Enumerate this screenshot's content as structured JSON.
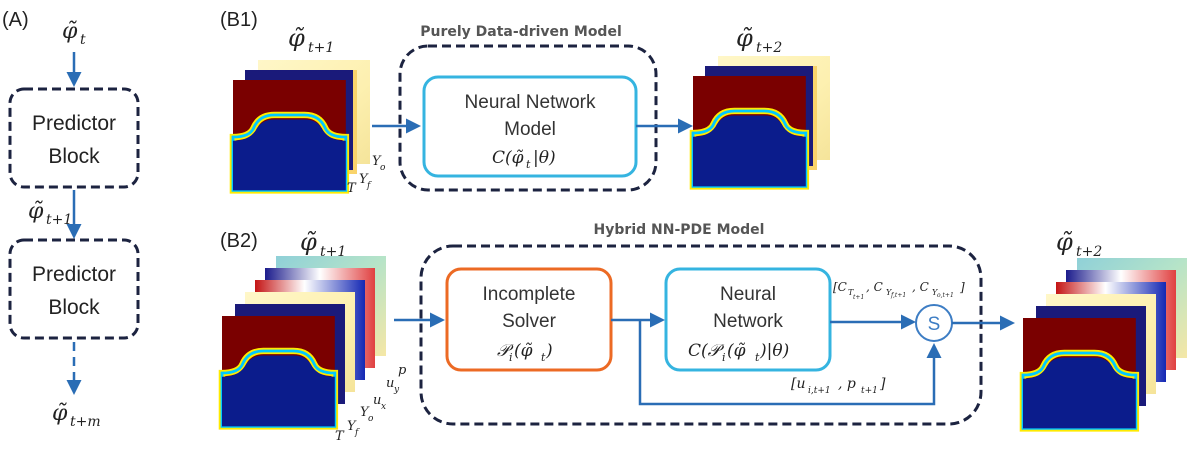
{
  "panel_a": {
    "label": "(A)",
    "input": "φ̃",
    "input_sub": "t",
    "block1_line1": "Predictor",
    "block1_line2": "Block",
    "mid": "φ̃",
    "mid_sub": "t+1",
    "block2_line1": "Predictor",
    "block2_line2": "Block",
    "output": "φ̃",
    "output_sub": "t+m"
  },
  "panel_b1": {
    "label": "(B1)",
    "title": "Purely Data-driven Model",
    "input": "φ̃",
    "input_sub": "t+1",
    "output": "φ̃",
    "output_sub": "t+2",
    "nn_line1": "Neural Network",
    "nn_line2": "Model",
    "nn_formula": "C(φ̃",
    "nn_formula_sub": "t",
    "nn_formula_rest": "|θ)",
    "field_labels": [
      "T",
      "Y",
      "Y"
    ],
    "field_subs": [
      "",
      "f",
      "o"
    ]
  },
  "panel_b2": {
    "label": "(B2)",
    "title": "Hybrid NN-PDE Model",
    "input": "φ̃",
    "input_sub": "t+1",
    "output": "φ̃",
    "output_sub": "t+2",
    "solver_line1": "Incomplete",
    "solver_line2": "Solver",
    "solver_formula": "𝒫",
    "solver_formula_sub": "i",
    "solver_formula_rest": "(φ̃",
    "solver_formula_t": "t",
    "nn_line1": "Neural",
    "nn_line2": "Network",
    "nn_formula": "C(𝒫",
    "nn_formula_sub": "i",
    "nn_formula_mid": "(φ̃",
    "nn_formula_t": "t",
    "nn_formula_rest": ")|θ)",
    "corr_label": "[C",
    "corr_parts": [
      "T",
      "t+1",
      ", C",
      "Y",
      "f,t+1",
      ", C",
      "Y",
      "o,t+1",
      "]"
    ],
    "sum_symbol": "S",
    "vel_label": "[u",
    "vel_sub": "i,t+1",
    "vel_mid": ", p",
    "vel_sub2": "t+1",
    "vel_end": "]",
    "field_labels": [
      "T",
      "Y",
      "Y",
      "u",
      "u",
      "p"
    ],
    "field_subs": [
      "",
      "f",
      "o",
      "x",
      "y",
      ""
    ]
  },
  "colors": {
    "arrow": "#2a6db5",
    "dashed_box": "#1c2340",
    "nn_box": "#35b4e0",
    "solver_box": "#ec6a24",
    "header_text": "#555555",
    "flame_bg": "#7a0000",
    "flame_core": "#0b1c8c",
    "sum_circle": "#3d7dc4"
  }
}
